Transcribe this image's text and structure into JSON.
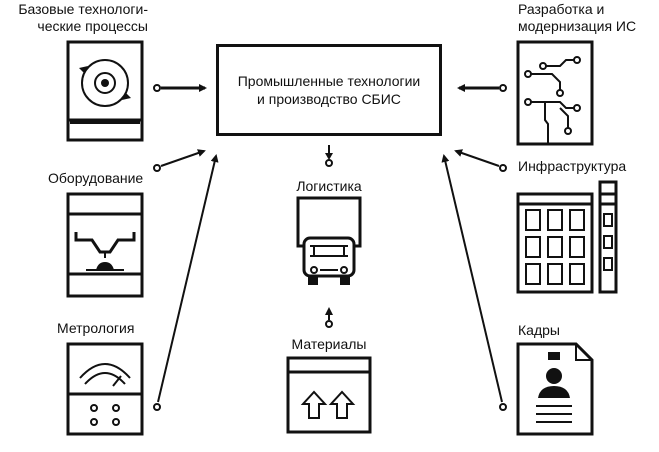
{
  "center": {
    "line1": "Промышленные технологии",
    "line2": "и производство СБИС"
  },
  "nodes": {
    "base_tech": {
      "line1": "Базовые технологи-",
      "line2": "ческие процессы",
      "icon": "rotating-disc-icon"
    },
    "equipment": {
      "label": "Оборудование",
      "icon": "equipment-machine-icon"
    },
    "metrology": {
      "label": "Метрология",
      "icon": "measuring-gauge-icon"
    },
    "logistics": {
      "label": "Логистика",
      "icon": "truck-icon"
    },
    "materials": {
      "label": "Материалы",
      "icon": "box-arrows-icon"
    },
    "dev_ic": {
      "line1": "Разработка и",
      "line2": "модернизация ИС",
      "icon": "circuit-board-icon"
    },
    "infrastructure": {
      "label": "Инфраструктура",
      "icon": "building-icon"
    },
    "personnel": {
      "label": "Кадры",
      "icon": "id-badge-icon"
    }
  },
  "colors": {
    "stroke": "#111111",
    "background": "#ffffff"
  }
}
